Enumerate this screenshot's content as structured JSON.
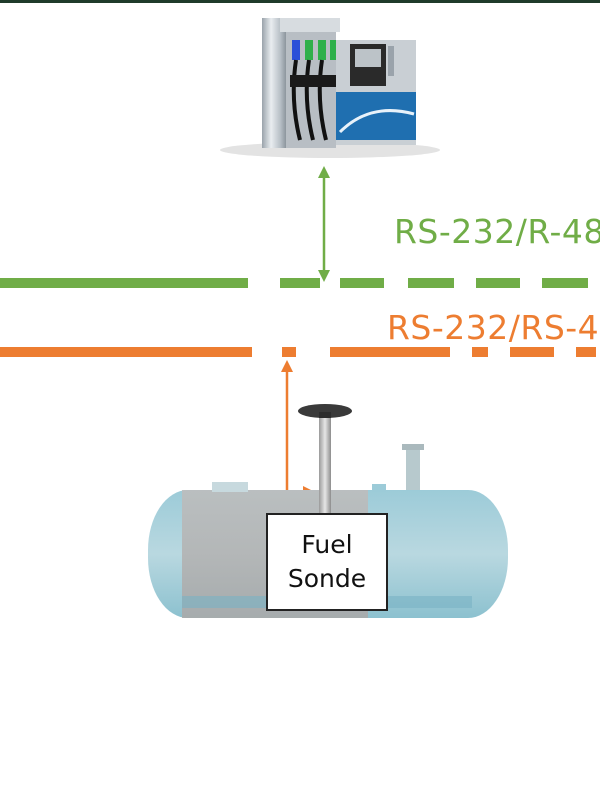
{
  "buses": {
    "green": {
      "label": "RS-232/R-48",
      "color": "#70ad47"
    },
    "orange": {
      "label": "RS-232/RS-4",
      "color": "#ed7d31"
    }
  },
  "sonde": {
    "line1": "Fuel",
    "line2": "Sonde"
  },
  "icons": {
    "top": "fuel-dispenser-icon",
    "bottom": "fuel-tank-icon"
  },
  "colors": {
    "top_border": "#1f3b2a",
    "tank_fill": "#8fc3d2"
  }
}
